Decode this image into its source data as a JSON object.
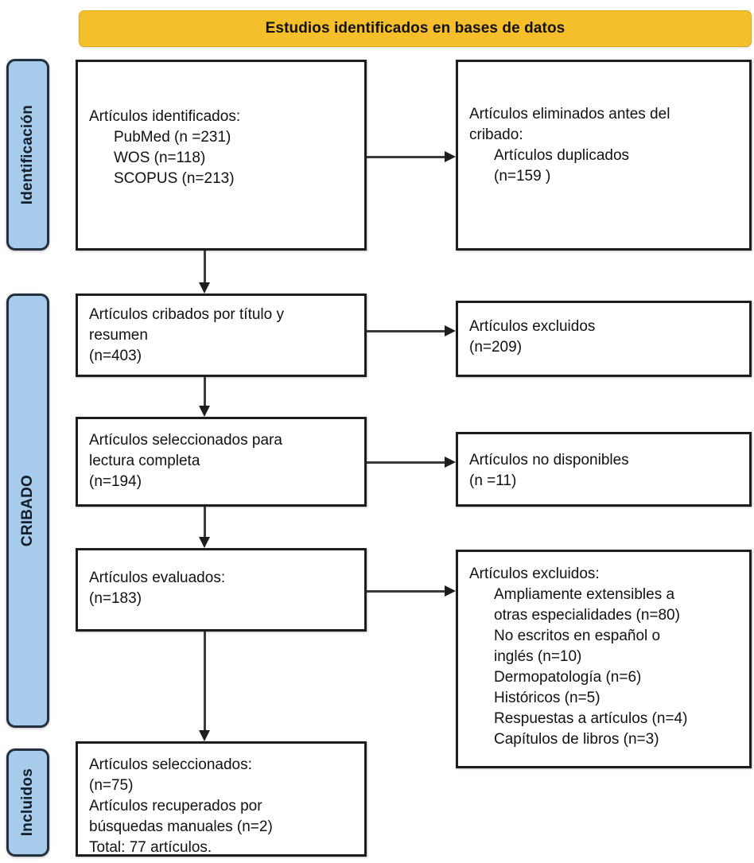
{
  "header": {
    "title": "Estudios identificados en bases de datos",
    "color": "#f5bf2b"
  },
  "stages": {
    "identification": "Identificación",
    "screening": "CRIBADO",
    "included": "Incluidos",
    "color": "#a7cbeb",
    "border_color": "#22303f"
  },
  "boxes": {
    "identified": {
      "lines": [
        "Artículos identificados:",
        "PubMed (n =231)",
        "WOS (n=118)",
        "SCOPUS (n=213)"
      ]
    },
    "removed": {
      "lines": [
        "Artículos eliminados antes del",
        "cribado:",
        "Artículos duplicados",
        "(n=159 )"
      ]
    },
    "screened": {
      "lines": [
        "Artículos cribados por título y",
        "resumen",
        "(n=403)"
      ]
    },
    "excluded_screen": {
      "lines": [
        "Artículos excluidos",
        "(n=209)"
      ]
    },
    "fulltext": {
      "lines": [
        "Artículos seleccionados para",
        "lectura completa",
        "(n=194)"
      ]
    },
    "unavailable": {
      "lines": [
        "Artículos no disponibles",
        "(n =11)"
      ]
    },
    "assessed": {
      "lines": [
        "Artículos evaluados:",
        "(n=183)"
      ]
    },
    "excluded_full": {
      "lines": [
        "Artículos excluidos:",
        "Ampliamente extensibles a",
        "otras especialidades (n=80)",
        "No escritos en español o",
        "inglés (n=10)",
        "Dermopatología (n=6)",
        "Históricos (n=5)",
        "Respuestas a artículos (n=4)",
        "Capítulos de libros (n=3)"
      ]
    },
    "included": {
      "lines": [
        "Artículos seleccionados:",
        "(n=75)",
        "Artículos recuperados por",
        "búsquedas manuales (n=2)",
        "Total: 77 artículos."
      ]
    }
  },
  "connectors": {
    "arrow_color": "#1d1d1d",
    "vertical": [
      "identified-to-screened",
      "screened-to-fulltext",
      "fulltext-to-assessed",
      "assessed-to-included"
    ],
    "horizontal": [
      "identified-to-removed",
      "screened-to-excluded",
      "fulltext-to-unavailable",
      "assessed-to-excluded-full"
    ]
  }
}
